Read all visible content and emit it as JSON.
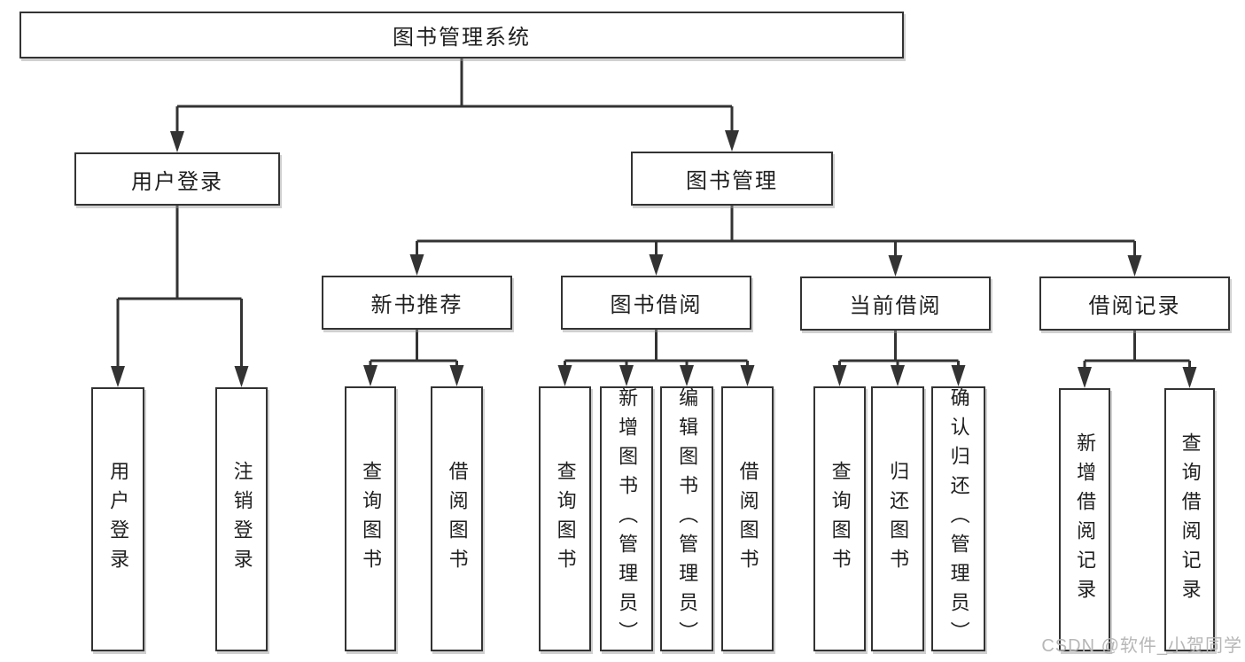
{
  "tree": {
    "root": {
      "label": "图书管理系统"
    },
    "branches": [
      {
        "label": "用户登录",
        "children": [
          {
            "label": "用户登录"
          },
          {
            "label": "注销登录"
          }
        ]
      },
      {
        "label": "图书管理",
        "children": [
          {
            "label": "新书推荐",
            "children": [
              {
                "label": "查询图书"
              },
              {
                "label": "借阅图书"
              }
            ]
          },
          {
            "label": "图书借阅",
            "children": [
              {
                "label": "查询图书"
              },
              {
                "label": "新增图书（管理员）"
              },
              {
                "label": "编辑图书（管理员）"
              },
              {
                "label": "借阅图书"
              }
            ]
          },
          {
            "label": "当前借阅",
            "children": [
              {
                "label": "查询图书"
              },
              {
                "label": "归还图书"
              },
              {
                "label": "确认归还（管理员）"
              }
            ]
          },
          {
            "label": "借阅记录",
            "children": [
              {
                "label": "新增借阅记录"
              },
              {
                "label": "查询借阅记录"
              }
            ]
          }
        ]
      }
    ]
  },
  "watermark": "CSDN @软件_小贺同学",
  "colors": {
    "background": "#ffffff",
    "line": "#333333",
    "node_border": "#333333",
    "node_fill": "#ffffff",
    "text": "#1f1f1f",
    "watermark": "#b7b7b7"
  }
}
